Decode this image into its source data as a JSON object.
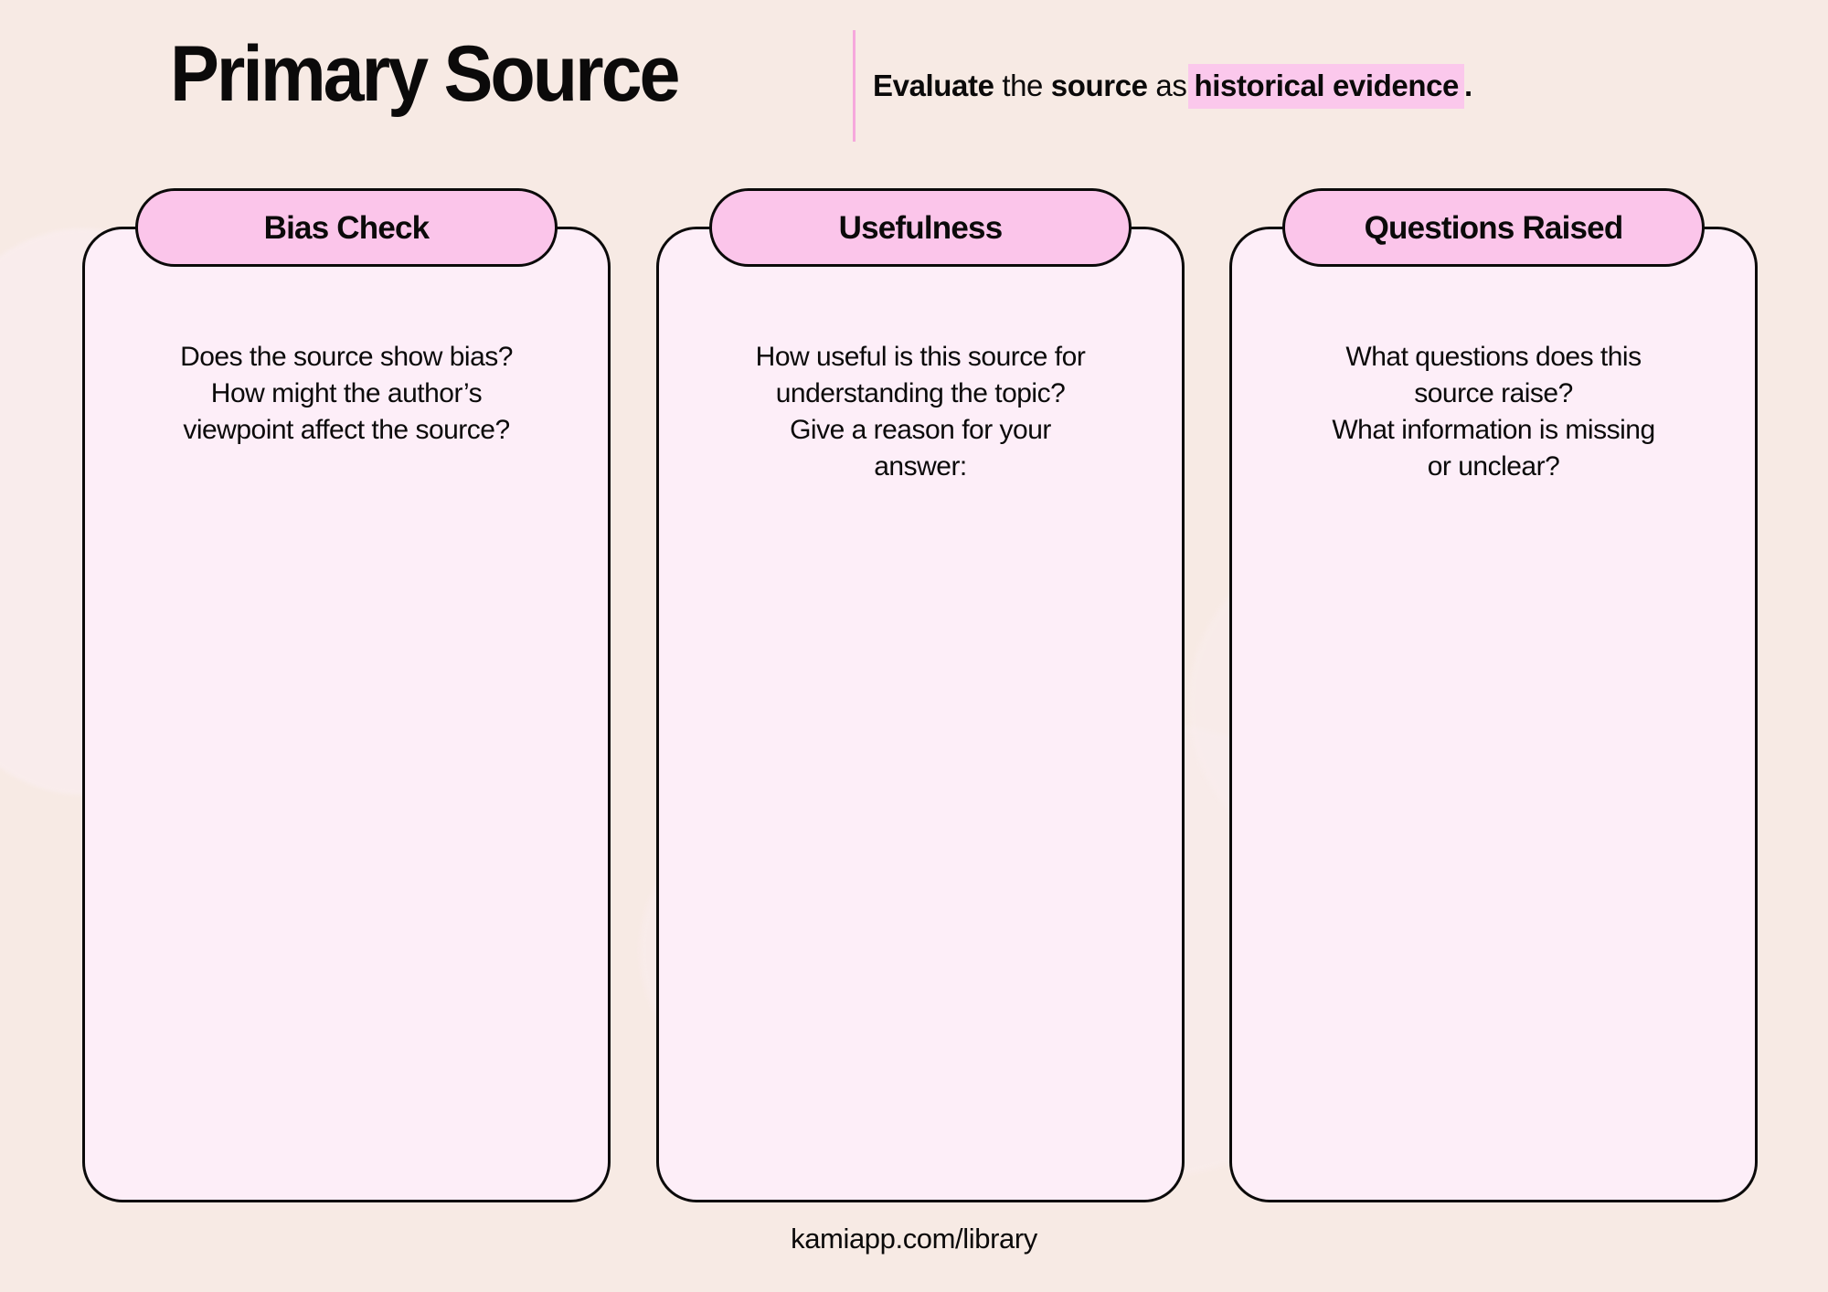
{
  "theme": {
    "page_background": "#F7EAE4",
    "card_background": "#FDEEF8",
    "pill_background": "#FBC5EA",
    "highlight_background": "#FBC8EC",
    "divider_color": "#F6A8DC",
    "ink": "#0B0A0A"
  },
  "header": {
    "title": "Primary Source",
    "subtitle": {
      "part1_bold": "Evaluate",
      "part2_regular": "the",
      "part3_bold": "source",
      "part4_regular": "as",
      "part5_highlight": "historical evidence",
      "part6_period": "."
    }
  },
  "cards": [
    {
      "id": "bias-check",
      "title": "Bias Check",
      "prompt": "Does the source show bias?\nHow might the author’s\nviewpoint affect the source?"
    },
    {
      "id": "usefulness",
      "title": "Usefulness",
      "prompt": "How useful is this source for\nunderstanding the topic?\nGive a reason for your\nanswer:"
    },
    {
      "id": "questions-raised",
      "title": "Questions Raised",
      "prompt": "What questions does this\nsource raise?\nWhat information is missing\nor unclear?"
    }
  ],
  "footer": {
    "link": "kamiapp.com/library"
  }
}
